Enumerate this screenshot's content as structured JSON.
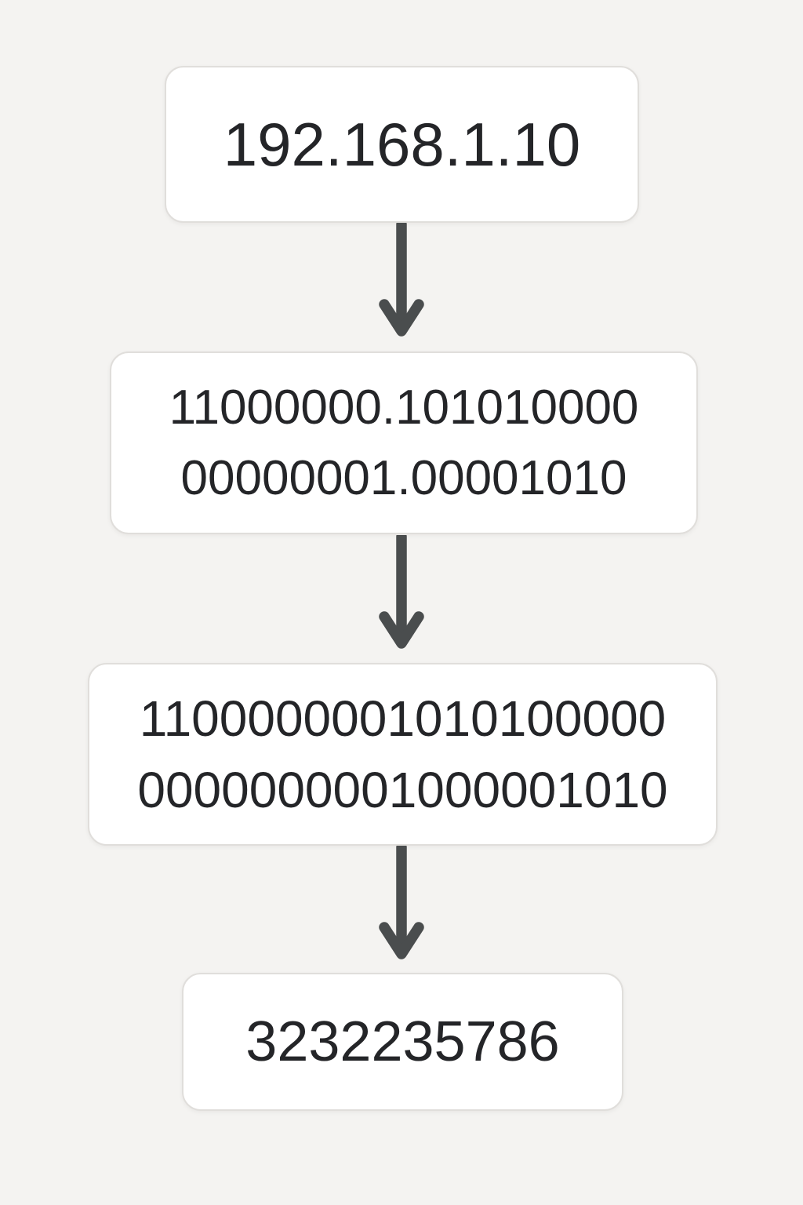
{
  "title": "IP address to decimal conversion flow",
  "colors": {
    "background": "#f4f3f1",
    "box_fill": "#ffffff",
    "box_border": "#e0dedb",
    "text": "#242528",
    "arrow": "#4a4d4e"
  },
  "flow": {
    "nodes": [
      {
        "id": "ip-address",
        "lines": [
          "192.168.1.10"
        ]
      },
      {
        "id": "binary-dotted",
        "lines": [
          "11000000.101010000",
          "00000001.00001010"
        ]
      },
      {
        "id": "binary-concatenated",
        "lines": [
          "1100000001010100000",
          "0000000001000001010"
        ]
      },
      {
        "id": "decimal-value",
        "lines": [
          "3232235786"
        ]
      }
    ],
    "connector": "down-arrow"
  }
}
